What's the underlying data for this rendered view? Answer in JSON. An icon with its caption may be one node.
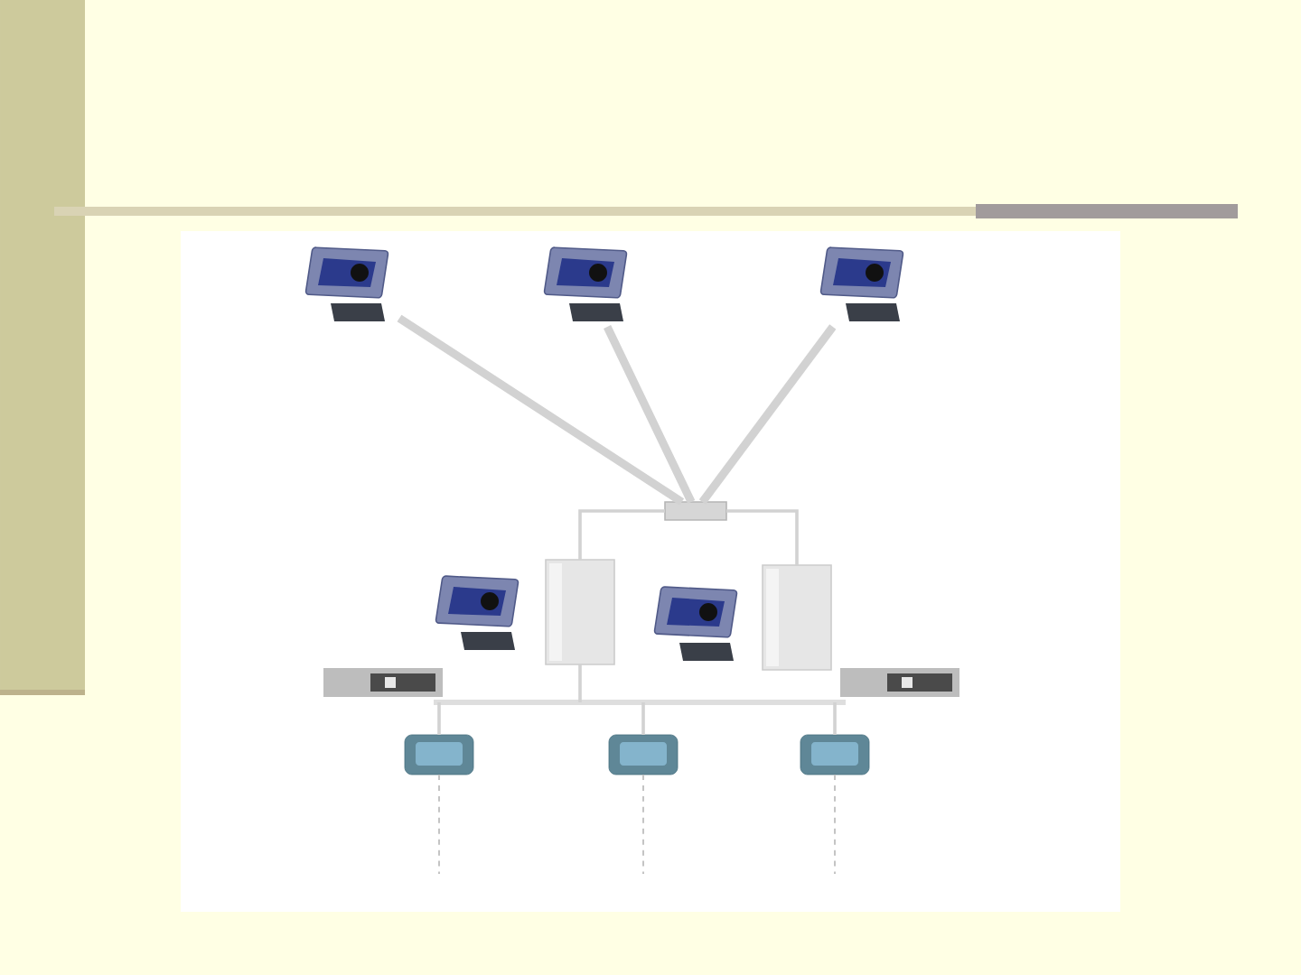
{
  "diagram": {
    "nodes": [
      {
        "text": [],
        "shape": "picture"
      },
      {
        "text": [],
        "shape": "picture"
      },
      {
        "text": [],
        "shape": "picture"
      },
      {
        "text": [],
        "shape": "box"
      },
      {
        "text": [],
        "shape": "box"
      },
      {
        "text": [],
        "shape": "box"
      },
      {
        "text": [],
        "shape": "picture"
      },
      {
        "text": [],
        "shape": "picture"
      },
      {
        "text": [],
        "shape": "picture"
      },
      {
        "text": [],
        "shape": "picture"
      },
      {
        "text": [],
        "shape": "bar"
      },
      {
        "text": [],
        "shape": "picture"
      },
      {
        "text": [],
        "shape": "picture"
      },
      {
        "text": [],
        "shape": "picture"
      }
    ],
    "edges": [
      {
        "from": 0,
        "to": 3,
        "arrow": "none",
        "style": "thick"
      },
      {
        "from": 1,
        "to": 3,
        "arrow": "none",
        "style": "thick"
      },
      {
        "from": 2,
        "to": 3,
        "arrow": "none",
        "style": "thick"
      },
      {
        "from": 3,
        "to": 4,
        "arrow": "none"
      },
      {
        "from": 3,
        "to": 5,
        "arrow": "none"
      },
      {
        "from": 4,
        "to": 10,
        "arrow": "none"
      },
      {
        "from": 10,
        "to": 11,
        "arrow": "none"
      },
      {
        "from": 10,
        "to": 12,
        "arrow": "none"
      },
      {
        "from": 10,
        "to": 13,
        "arrow": "none"
      },
      {
        "from": 11,
        "to": null,
        "arrow": "none",
        "style": "dashed"
      },
      {
        "from": 12,
        "to": null,
        "arrow": "none",
        "style": "dashed"
      },
      {
        "from": 13,
        "to": null,
        "arrow": "none",
        "style": "dashed"
      }
    ]
  }
}
